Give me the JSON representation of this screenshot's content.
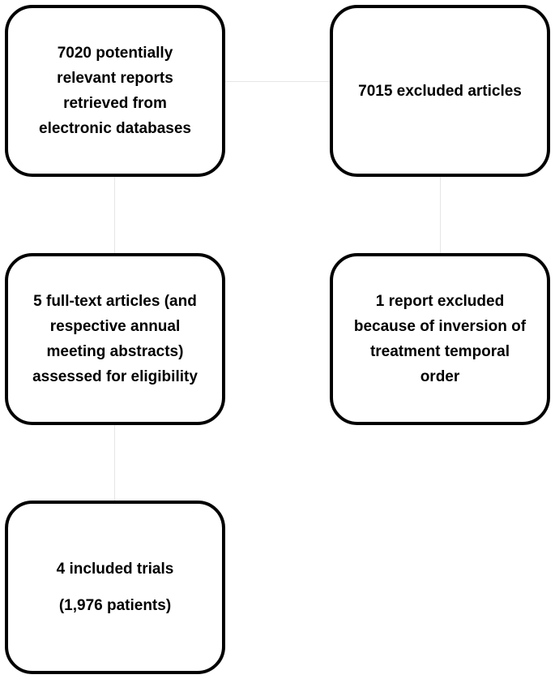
{
  "flowchart": {
    "records_box": {
      "lines": [
        "7020 potentially",
        "relevant reports",
        "retrieved from",
        "electronic databases"
      ]
    },
    "excluded_box": {
      "lines": [
        "7015 excluded articles"
      ]
    },
    "fulltext_box": {
      "lines": [
        "5 full-text articles (and",
        "respective annual",
        "meeting abstracts)",
        "assessed for eligibility"
      ]
    },
    "report_excluded_box": {
      "lines": [
        "1 report excluded",
        "because of inversion of",
        "treatment temporal",
        "order"
      ]
    },
    "included_box": {
      "lines": [
        "4 included trials",
        "(1,976 patients)"
      ]
    }
  },
  "colors": {
    "box_border": "#000000",
    "box_fill": "#ffffff",
    "connector": "#e6e6e6",
    "text": "#000000"
  }
}
